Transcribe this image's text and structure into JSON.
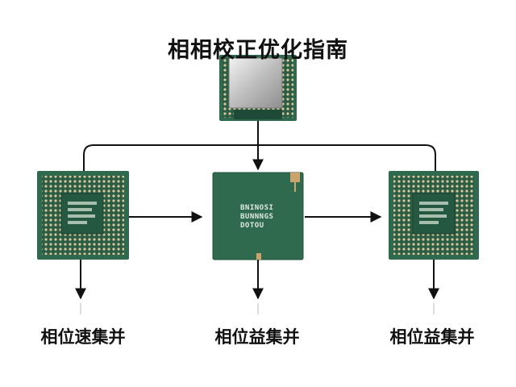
{
  "diagram": {
    "title": "相相校正优化指南",
    "center_chip": {
      "lines": [
        "BNINOSI",
        "BUNNNGS",
        "DOTOU"
      ]
    },
    "bottom_labels": [
      "相位速集并",
      "相位益集并",
      "相位益集并"
    ]
  },
  "colors": {
    "pcb_green": "#2f6a4f",
    "pcb_dark": "#1f4a37",
    "pin_gold": "#c9b27a",
    "arrow": "#111111"
  },
  "icons": [
    "processor-chip-icon",
    "socket-chip-icon",
    "arrow-icon"
  ]
}
